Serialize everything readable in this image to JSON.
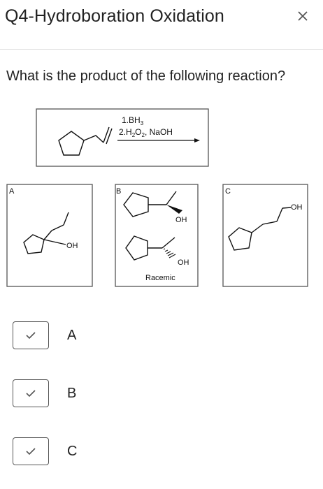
{
  "header": {
    "title": "Q4-Hydroboration Oxidation",
    "close_icon": "close-icon"
  },
  "question": "What is the product of the following reaction?",
  "reaction": {
    "reagent_line1": "1.BH",
    "reagent_line1_sub": "3",
    "reagent_line2_a": "2.H",
    "reagent_line2_sub1": "2",
    "reagent_line2_b": "O",
    "reagent_line2_sub2": "2",
    "reagent_line2_c": ", NaOH"
  },
  "answer_choices": {
    "a": {
      "letter": "A",
      "oh": "OH"
    },
    "b": {
      "letter": "B",
      "oh1": "OH",
      "oh2": "OH",
      "note": "Racemic"
    },
    "c": {
      "letter": "C",
      "oh": "OH"
    }
  },
  "options": [
    {
      "label": "A",
      "icon": "check-icon"
    },
    {
      "label": "B",
      "icon": "check-icon"
    },
    {
      "label": "C",
      "icon": "check-icon"
    }
  ],
  "colors": {
    "choice_letter": "#d9534f",
    "border": "#555555",
    "divider": "#dcdcdc"
  }
}
